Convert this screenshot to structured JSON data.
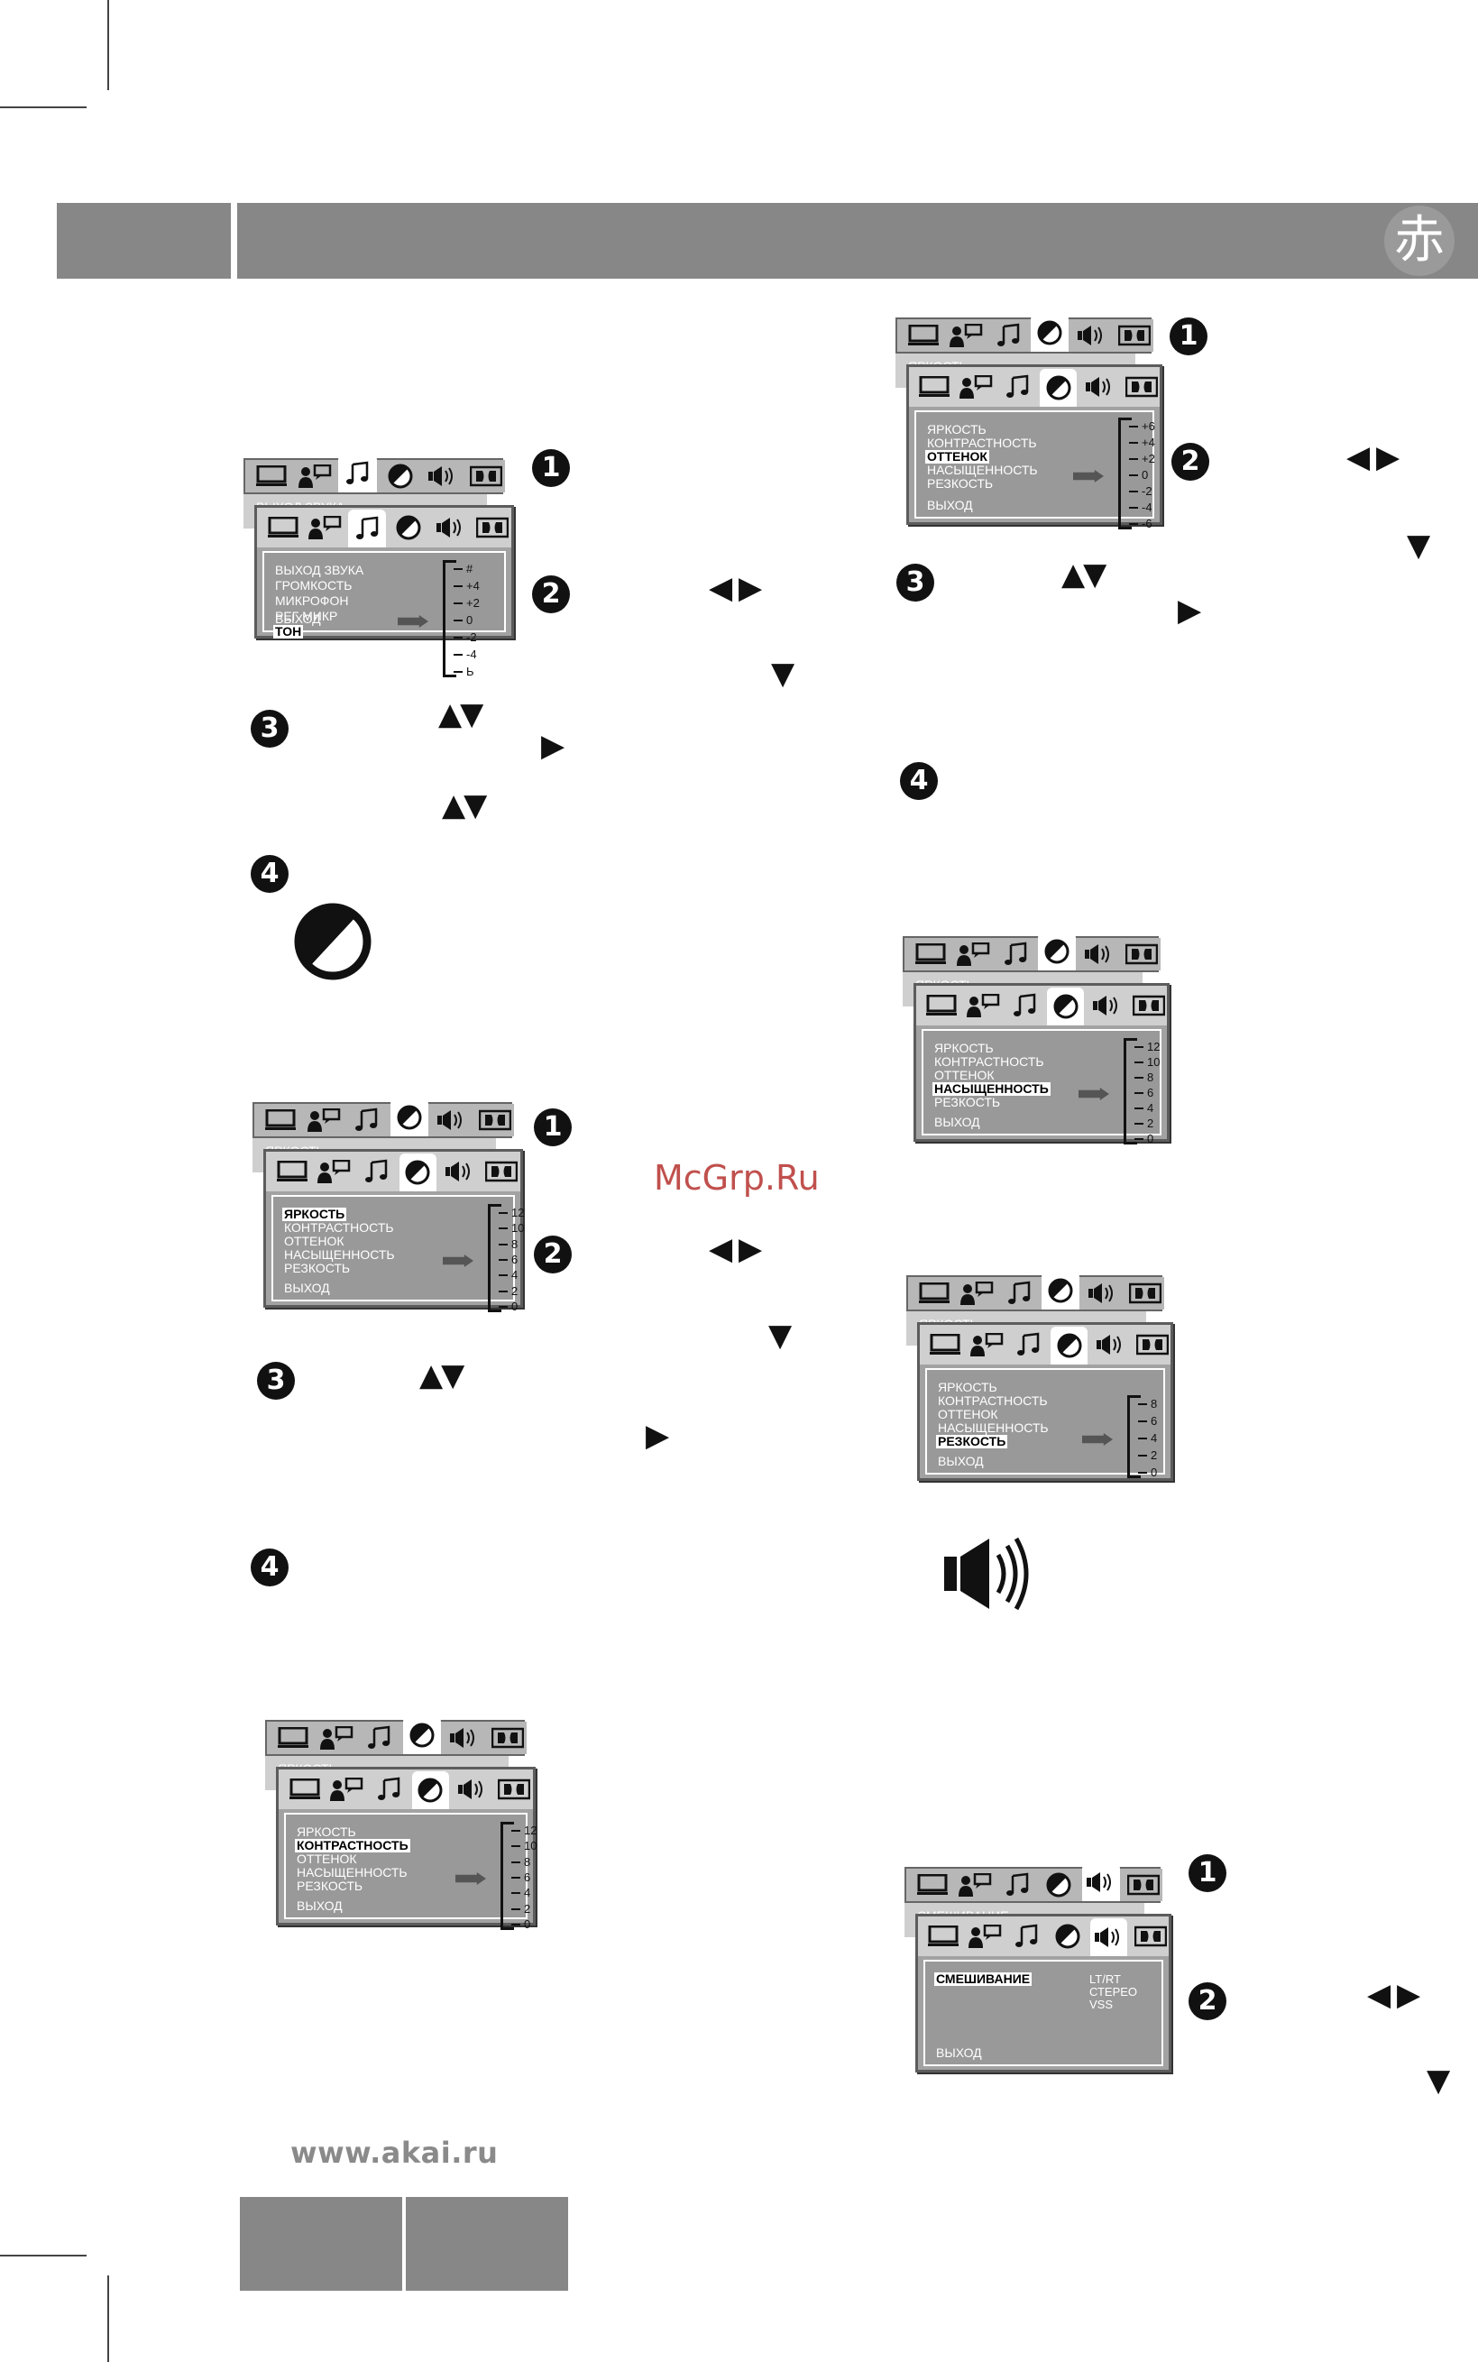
{
  "header": {
    "logo_char": "赤"
  },
  "watermark": "McGrp.Ru",
  "footer": {
    "website": "www.akai.ru"
  },
  "step_numbers": [
    "1",
    "2",
    "3",
    "4"
  ],
  "arrows": {
    "left_right": "◀ ▶",
    "down": "▼",
    "up_down": "▲▼",
    "right": "▶"
  },
  "tab_icons": [
    "monitor-icon",
    "language-icon",
    "music-icon",
    "contrast-icon",
    "speaker-icon",
    "dolby-icon"
  ],
  "osd_sound": {
    "back_label": "ВЫХОД  ЗВУКА",
    "items": [
      "ВЫХОД  ЗВУКА",
      "ГРОМКОСТЬ",
      "МИКРОФОН",
      "РЕГ МИКР",
      "ТОН"
    ],
    "selected": "ТОН",
    "exit": "ВЫХОД",
    "scale": [
      "#",
      "+4",
      "+2",
      "0",
      "-2",
      "-4",
      "Ь"
    ]
  },
  "osd_brightness": {
    "back_label": "ЯРКОСТЬ",
    "items": [
      "ЯРКОСТЬ",
      "КОНТРАСТНОСТЬ",
      "ОТТЕНОК",
      "НАСЫЩЕННОСТЬ",
      "РЕЗКОСТЬ"
    ],
    "selected": "ЯРКОСТЬ",
    "exit": "ВЫХОД",
    "scale": [
      "12",
      "10",
      "8",
      "6",
      "4",
      "2",
      "0"
    ]
  },
  "osd_contrast": {
    "back_label": "ЯРКОСТЬ",
    "items": [
      "ЯРКОСТЬ",
      "КОНТРАСТНОСТЬ",
      "ОТТЕНОК",
      "НАСЫЩЕННОСТЬ",
      "РЕЗКОСТЬ"
    ],
    "selected": "КОНТРАСТНОСТЬ",
    "exit": "ВЫХОД",
    "scale": [
      "12",
      "10",
      "8",
      "6",
      "4",
      "2",
      "0"
    ]
  },
  "osd_hue": {
    "back_label": "ЯРКОСТЬ",
    "items": [
      "ЯРКОСТЬ",
      "КОНТРАСТНОСТЬ",
      "ОТТЕНОК",
      "НАСЫЩЕННОСТЬ",
      "РЕЗКОСТЬ"
    ],
    "selected": "ОТТЕНОК",
    "exit": "ВЫХОД",
    "scale": [
      "+6",
      "+4",
      "+2",
      "0",
      "-2",
      "-4",
      "-6"
    ]
  },
  "osd_saturation": {
    "back_label": "ЯРКОСТЬ",
    "items": [
      "ЯРКОСТЬ",
      "КОНТРАСТНОСТЬ",
      "ОТТЕНОК",
      "НАСЫЩЕННОСТЬ",
      "РЕЗКОСТЬ"
    ],
    "selected": "НАСЫЩЕННОСТЬ",
    "exit": "ВЫХОД",
    "scale": [
      "12",
      "10",
      "8",
      "6",
      "4",
      "2",
      "0"
    ]
  },
  "osd_sharpness": {
    "back_label": "ЯРКОСТЬ",
    "items": [
      "ЯРКОСТЬ",
      "КОНТРАСТНОСТЬ",
      "ОТТЕНОК",
      "НАСЫЩЕННОСТЬ",
      "РЕЗКОСТЬ"
    ],
    "selected": "РЕЗКОСТЬ",
    "exit": "ВЫХОД",
    "scale": [
      "8",
      "6",
      "4",
      "2",
      "0"
    ]
  },
  "osd_mix": {
    "back_label": "СМЕШИВАНИЕ",
    "items": [
      "СМЕШИВАНИЕ"
    ],
    "selected": "СМЕШИВАНИЕ",
    "exit": "ВЫХОД",
    "options": [
      "LT/RT",
      "СТЕРЕО",
      "VSS"
    ]
  }
}
